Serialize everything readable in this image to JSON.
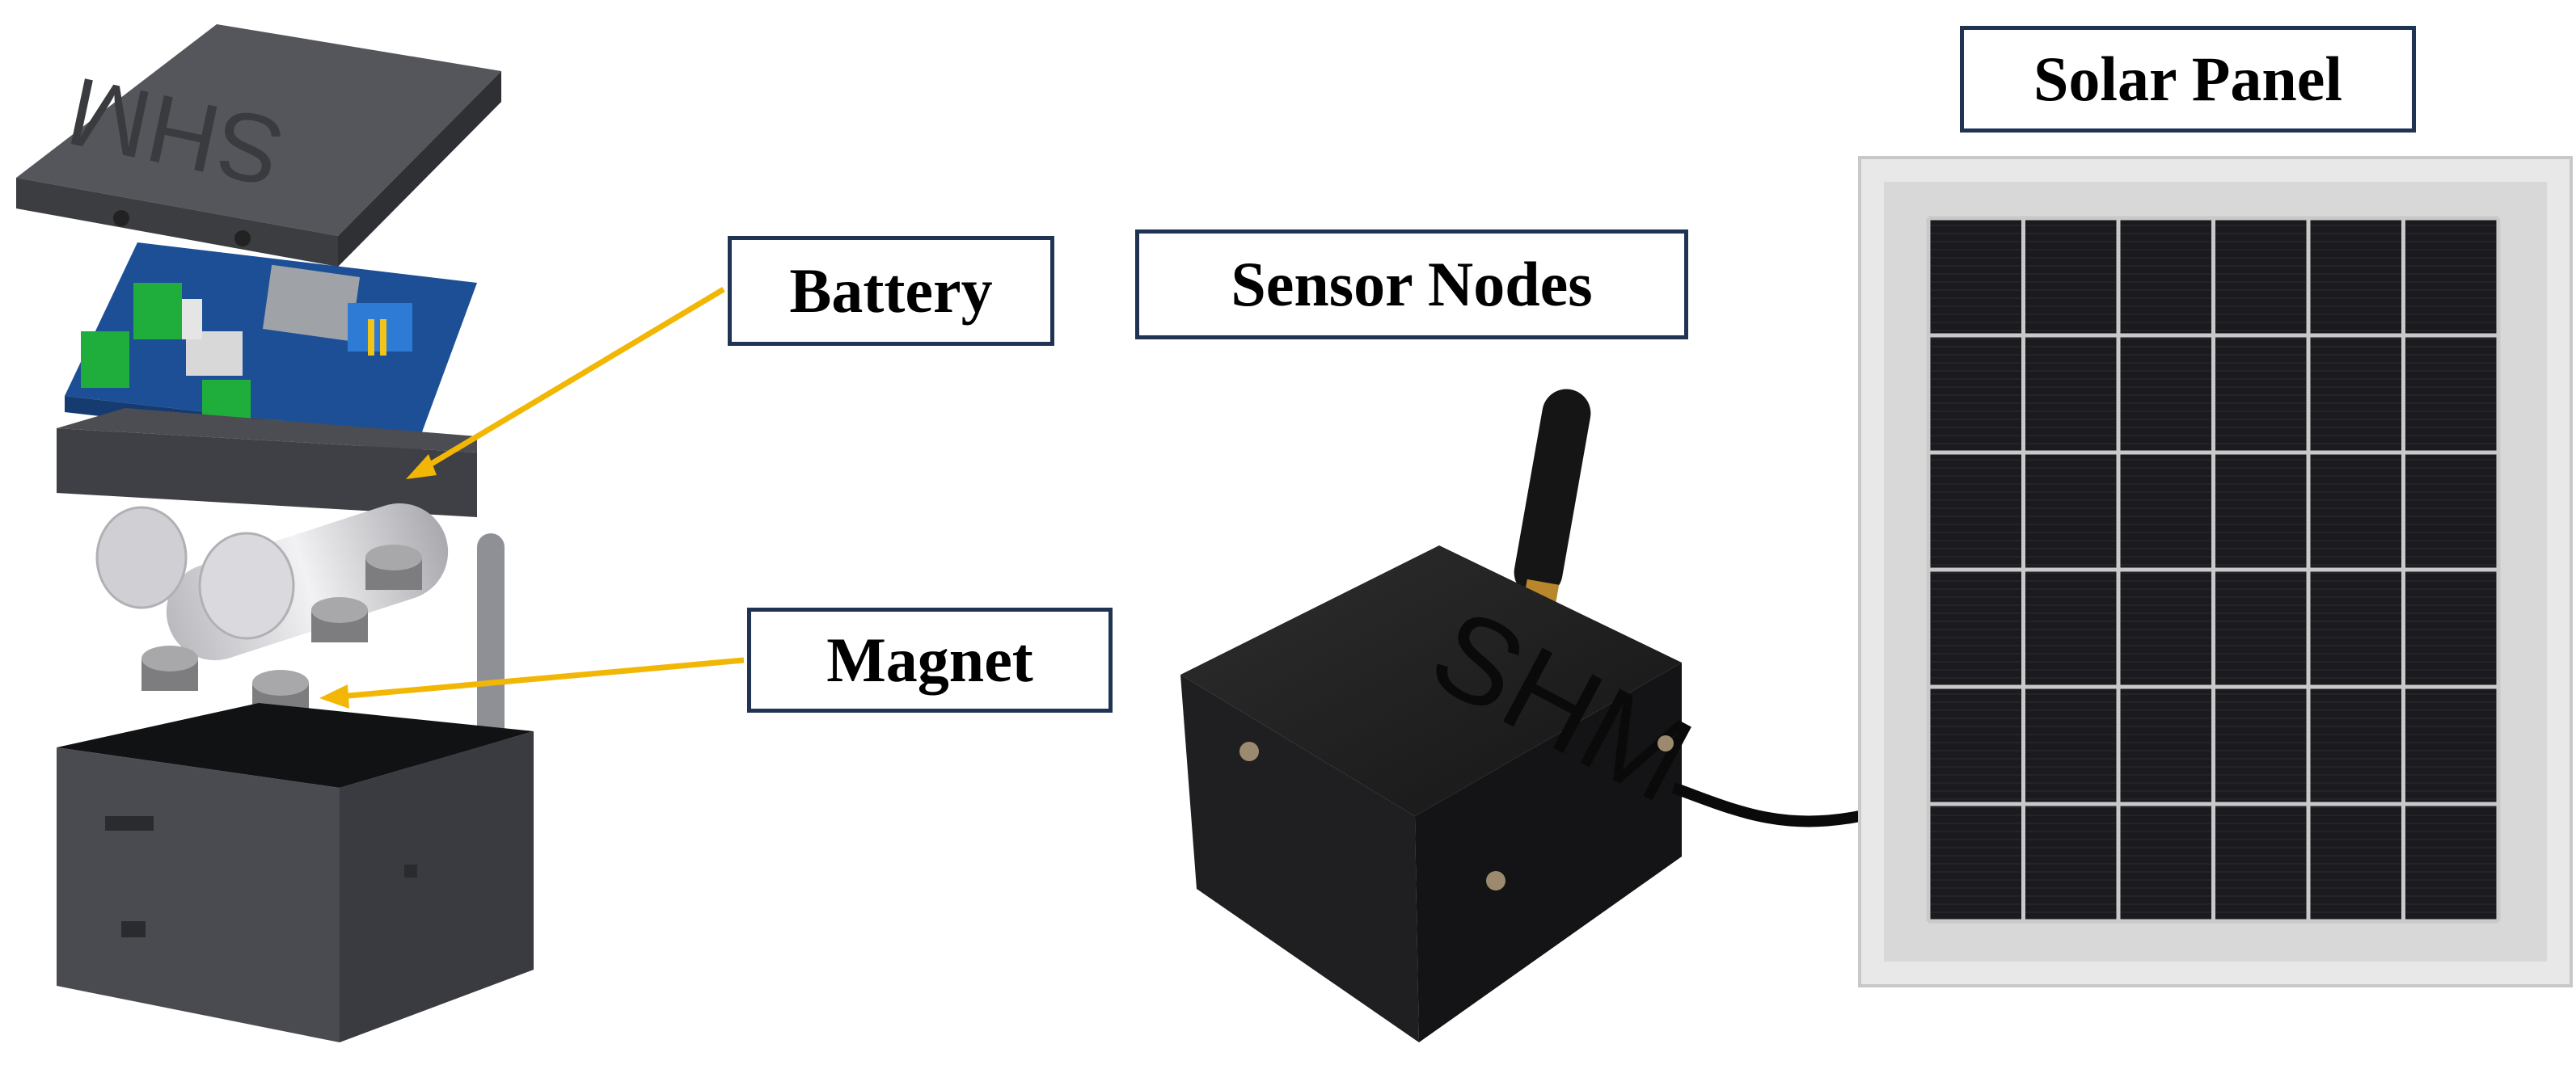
{
  "labels": {
    "solar_panel": "Solar Panel",
    "battery": "Battery",
    "sensor_nodes": "Sensor Nodes",
    "magnet": "Magnet"
  },
  "lid_text": "SHM",
  "colors": {
    "arrow": "#f2b705",
    "label_border": "#1f3352",
    "enclosure": "#4a4b50",
    "pcb": "#1c4f96",
    "terminal": "#1fae3c",
    "battery_cell": "#cfcfd4",
    "magnet": "#8e8e8e",
    "solar_frame": "#e8e8e8",
    "solar_cell": "#1a1a1d"
  },
  "icons": [
    "exploded-enclosure-illustration",
    "sensor-node-photo",
    "solar-panel-photo",
    "antenna-icon"
  ]
}
